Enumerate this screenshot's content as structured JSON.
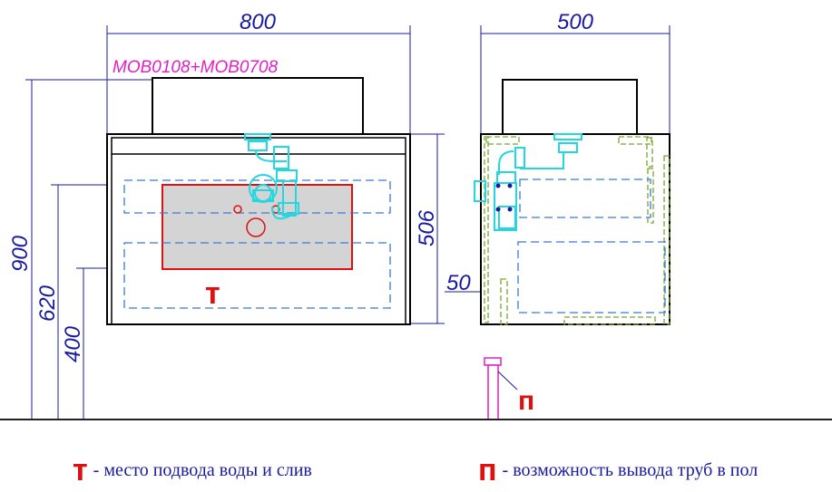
{
  "dimensions": {
    "front_width": "800",
    "side_width": "500",
    "total_height": "900",
    "height_620": "620",
    "height_400": "400",
    "cabinet_height": "506",
    "offset_50": "50"
  },
  "model_label": "MOB0108+MOB0708",
  "markers": {
    "t": "т",
    "p": "п"
  },
  "legend": [
    {
      "mark": "т",
      "text": "- место подвода воды и слив"
    },
    {
      "mark": "п",
      "text": "- возможность вывода труб в пол"
    }
  ],
  "colors": {
    "dimension": "#1a1aa0",
    "marker": "#e01010",
    "model": "#e020c0",
    "pipe": "#22d8e0",
    "hidden": "#7aa830"
  }
}
